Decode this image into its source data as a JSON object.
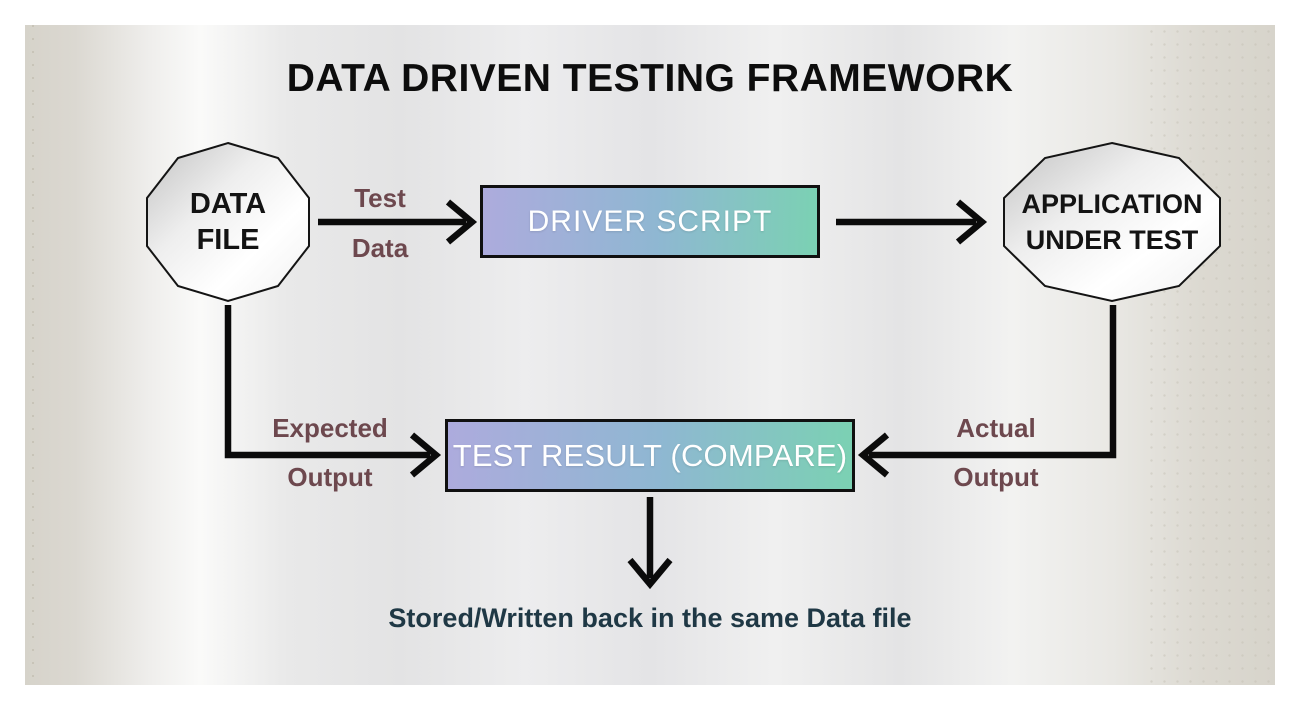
{
  "title": "DATA DRIVEN TESTING FRAMEWORK",
  "nodes": {
    "data_file": {
      "line1": "DATA",
      "line2": "FILE"
    },
    "driver_script": {
      "label": "DRIVER SCRIPT"
    },
    "application_under_test": {
      "line1": "APPLICATION",
      "line2": "UNDER TEST"
    },
    "test_result": {
      "label": "TEST RESULT (COMPARE)"
    }
  },
  "edges": {
    "test_data": {
      "line1": "Test",
      "line2": "Data"
    },
    "expected_output": {
      "line1": "Expected",
      "line2": "Output"
    },
    "actual_output": {
      "line1": "Actual",
      "line2": "Output"
    }
  },
  "footer": {
    "note": "Stored/Written back in the same Data file"
  },
  "colors": {
    "arrow": "#0b0b0b",
    "edge_label": "#6d484e",
    "note_text": "#1f3845",
    "box_g1": "#adabdd",
    "box_g2": "#8fb7d2",
    "box_g3": "#7bd1b3"
  }
}
